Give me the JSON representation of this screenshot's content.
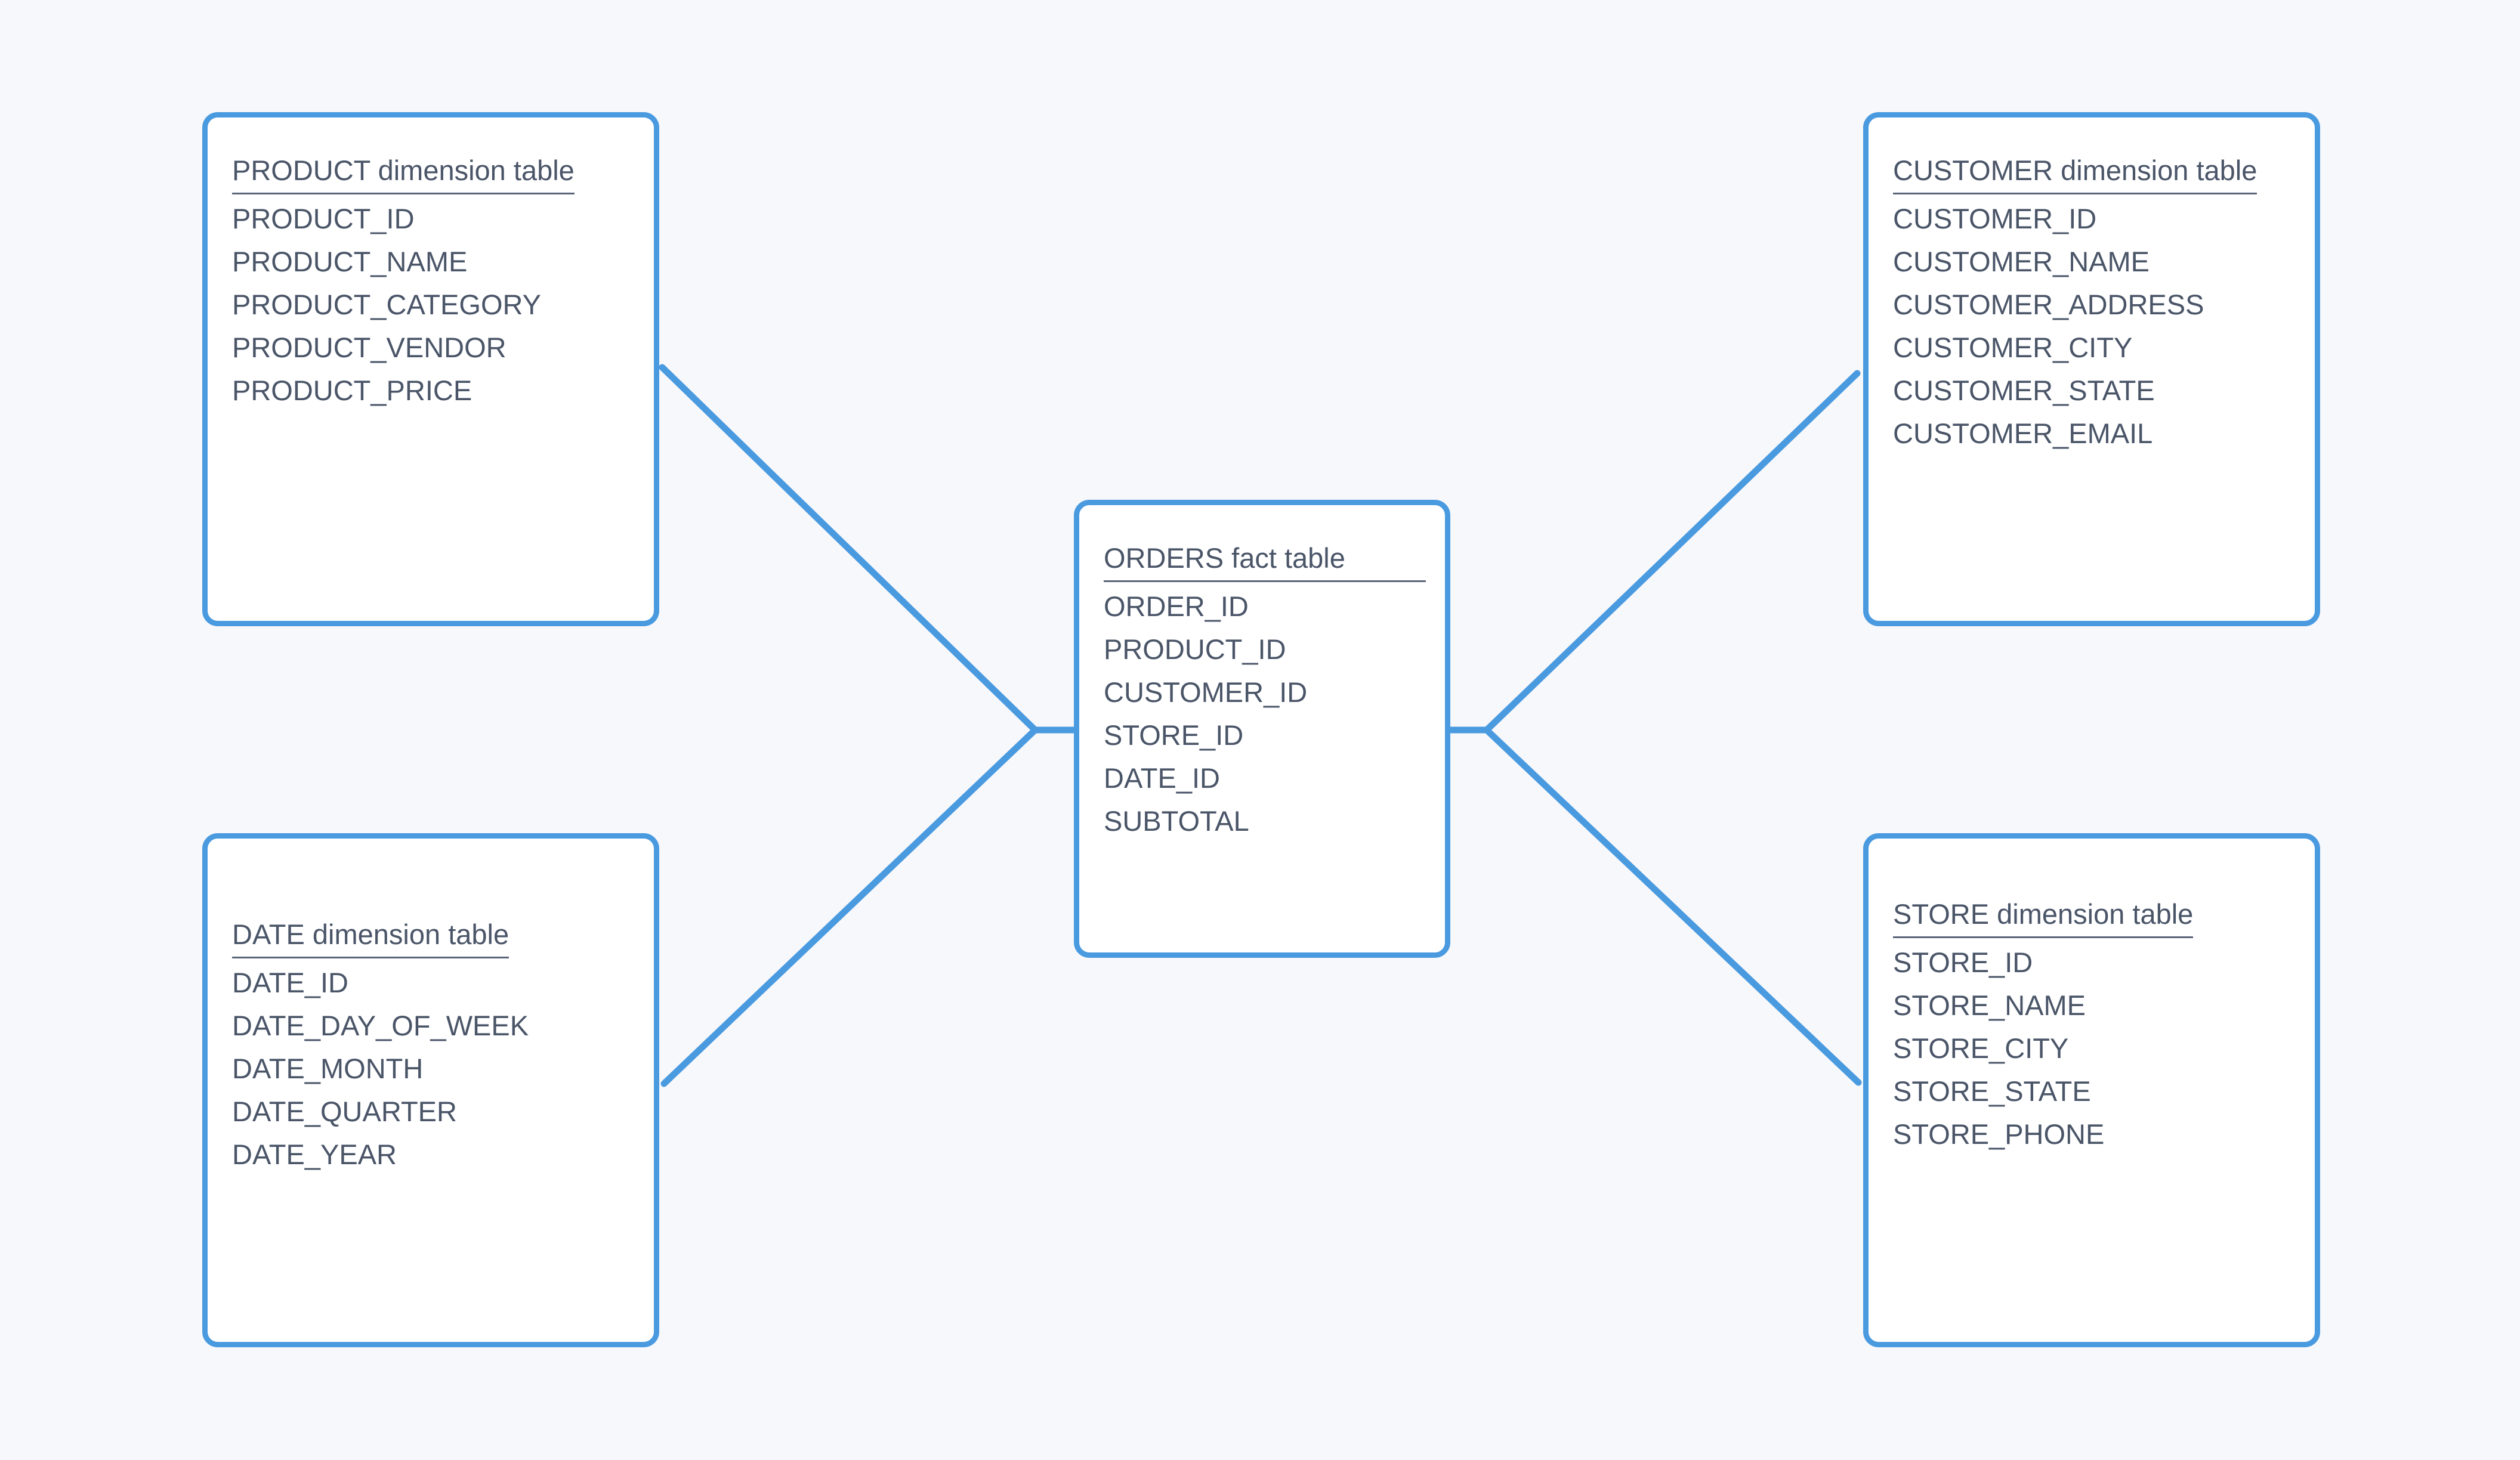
{
  "diagram": {
    "kind": "star-schema",
    "background_color": "#f7f8fb",
    "accent_color": "#4a9ae0",
    "text_color": "#4a5568",
    "rule_color": "#5a6478"
  },
  "entities": {
    "product": {
      "title": "PRODUCT dimension table",
      "fields": [
        "PRODUCT_ID",
        "PRODUCT_NAME",
        "PRODUCT_CATEGORY",
        "PRODUCT_VENDOR",
        "PRODUCT_PRICE"
      ]
    },
    "customer": {
      "title": "CUSTOMER dimension table",
      "fields": [
        "CUSTOMER_ID",
        "CUSTOMER_NAME",
        "CUSTOMER_ADDRESS",
        "CUSTOMER_CITY",
        "CUSTOMER_STATE",
        "CUSTOMER_EMAIL"
      ]
    },
    "orders": {
      "title": "ORDERS fact table",
      "fields": [
        "ORDER_ID",
        "PRODUCT_ID",
        "CUSTOMER_ID",
        "STORE_ID",
        "DATE_ID",
        "SUBTOTAL"
      ]
    },
    "date": {
      "title": "DATE dimension table",
      "fields": [
        "DATE_ID",
        "DATE_DAY_OF_WEEK",
        "DATE_MONTH",
        "DATE_QUARTER",
        "DATE_YEAR"
      ]
    },
    "store": {
      "title": "STORE dimension table",
      "fields": [
        "STORE_ID",
        "STORE_NAME",
        "STORE_CITY",
        "STORE_STATE",
        "STORE_PHONE"
      ]
    }
  }
}
